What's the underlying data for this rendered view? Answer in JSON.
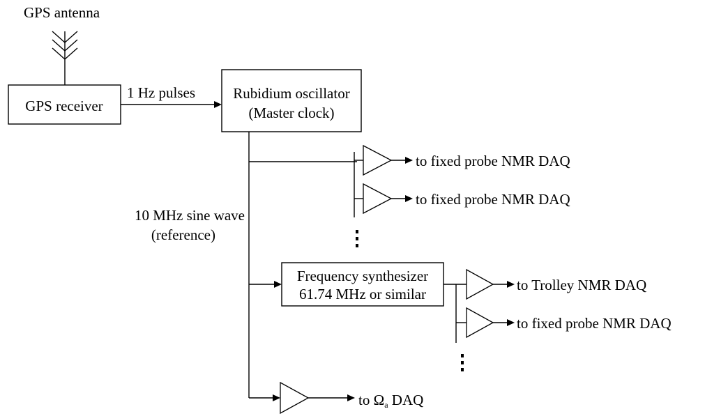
{
  "antenna_label": "GPS antenna",
  "gps_receiver": "GPS receiver",
  "pulses_label": "1 Hz pulses",
  "oscillator": {
    "line1": "Rubidium oscillator",
    "line2": "(Master clock)"
  },
  "reference_label": {
    "line1": "10 MHz sine wave",
    "line2": "(reference)"
  },
  "synthesizer": {
    "line1": "Frequency synthesizer",
    "line2": "61.74 MHz or similar"
  },
  "outputs": {
    "fixed_probe_1": "to fixed probe NMR DAQ",
    "fixed_probe_2": "to fixed probe NMR DAQ",
    "trolley": "to Trolley NMR DAQ",
    "fixed_probe_3": "to fixed probe NMR DAQ",
    "omega_a": {
      "prefix": "to Ω",
      "subscript": "a",
      "suffix": " DAQ"
    }
  }
}
